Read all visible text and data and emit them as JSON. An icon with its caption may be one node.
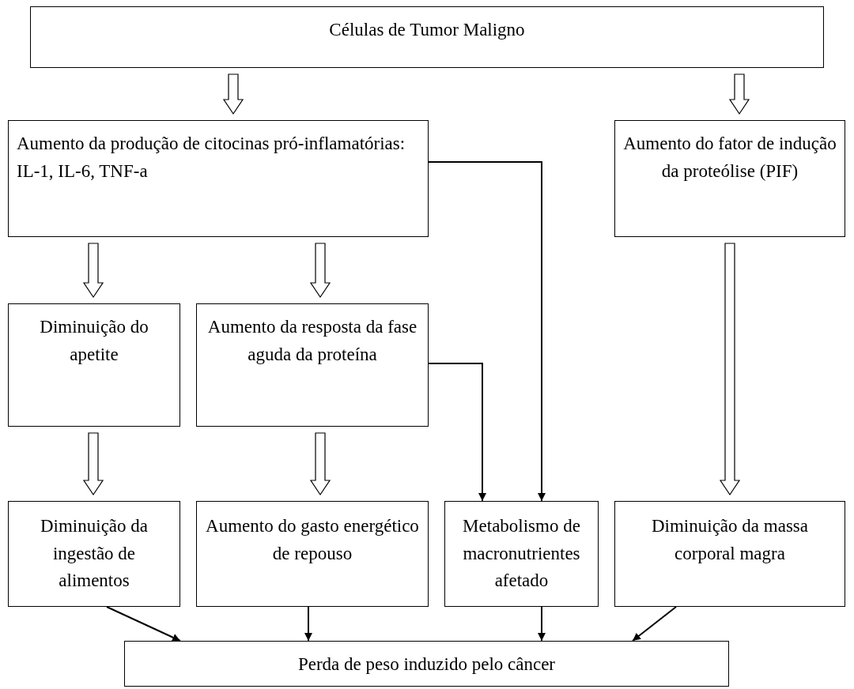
{
  "diagram": {
    "nodes": [
      {
        "text": [
          "Células de Tumor Maligno"
        ]
      },
      {
        "text": [
          "Aumento da produção de citocinas pró-inflamatórias: IL-1, IL-6, TNF-a"
        ]
      },
      {
        "text": [
          "Aumento do fator de indução da proteólise (PIF)"
        ]
      },
      {
        "text": [
          "Diminuição do apetite"
        ]
      },
      {
        "text": [
          "Aumento da resposta da fase aguda da proteína"
        ]
      },
      {
        "text": [
          "Diminuição da ingestão de alimentos"
        ]
      },
      {
        "text": [
          "Aumento do gasto energético de repouso"
        ]
      },
      {
        "text": [
          "Metabolismo de macronutrientes afetado"
        ]
      },
      {
        "text": [
          "Diminuição da massa corporal magra"
        ]
      },
      {
        "text": [
          "Perda de peso induzido pelo câncer"
        ]
      }
    ],
    "edges": [
      {
        "from": 0,
        "to": 1,
        "arrow": "to",
        "style": "thick"
      },
      {
        "from": 0,
        "to": 2,
        "arrow": "to",
        "style": "thick"
      },
      {
        "from": 1,
        "to": 3,
        "arrow": "to",
        "style": "thick"
      },
      {
        "from": 1,
        "to": 4,
        "arrow": "to",
        "style": "thick"
      },
      {
        "from": 1,
        "to": 7,
        "arrow": "to"
      },
      {
        "from": 2,
        "to": 8,
        "arrow": "to",
        "style": "thick"
      },
      {
        "from": 3,
        "to": 5,
        "arrow": "to",
        "style": "thick"
      },
      {
        "from": 4,
        "to": 6,
        "arrow": "to",
        "style": "thick"
      },
      {
        "from": 4,
        "to": 7,
        "arrow": "to"
      },
      {
        "from": 5,
        "to": 9,
        "arrow": "to"
      },
      {
        "from": 6,
        "to": 9,
        "arrow": "to"
      },
      {
        "from": 7,
        "to": 9,
        "arrow": "to"
      },
      {
        "from": 8,
        "to": 9,
        "arrow": "to"
      }
    ]
  }
}
